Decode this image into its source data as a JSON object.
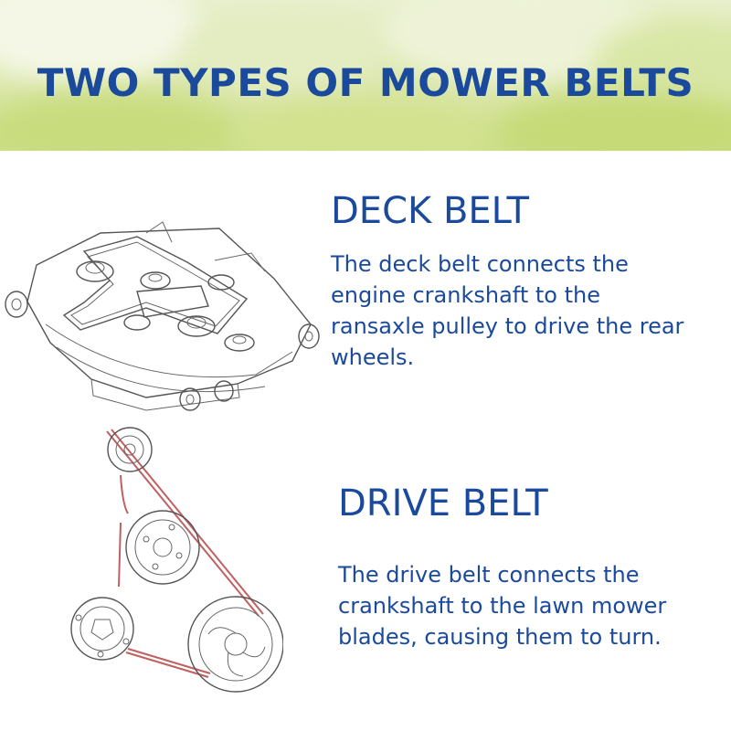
{
  "banner": {
    "title": "TWO TYPES OF MOWER BELTS"
  },
  "deck_belt": {
    "heading": "DECK BELT",
    "lines": [
      "The deck belt connects the",
      "engine crankshaft to the",
      "ransaxle pulley to drive the rear",
      "wheels."
    ]
  },
  "drive_belt": {
    "heading": "DRIVE BELT",
    "lines": [
      "The drive belt connects the",
      "crankshaft to the lawn mower",
      "blades, causing them to turn."
    ]
  },
  "colors": {
    "heading_blue": "#1b4a9c",
    "belt_red": "#c06060",
    "line_gray": "#555555"
  }
}
